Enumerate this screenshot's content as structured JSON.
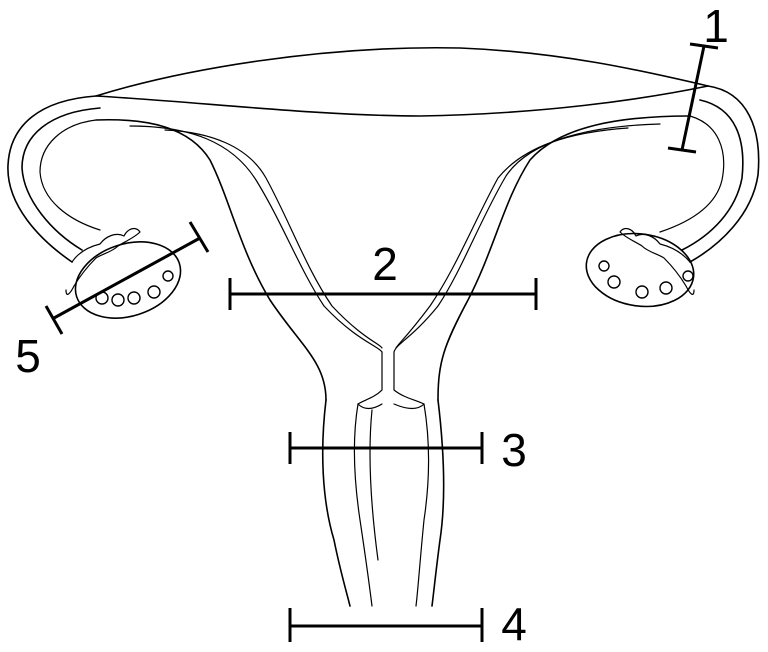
{
  "diagram": {
    "labels": {
      "label_1": "1",
      "label_2": "2",
      "label_3": "3",
      "label_4": "4",
      "label_5": "5"
    }
  }
}
